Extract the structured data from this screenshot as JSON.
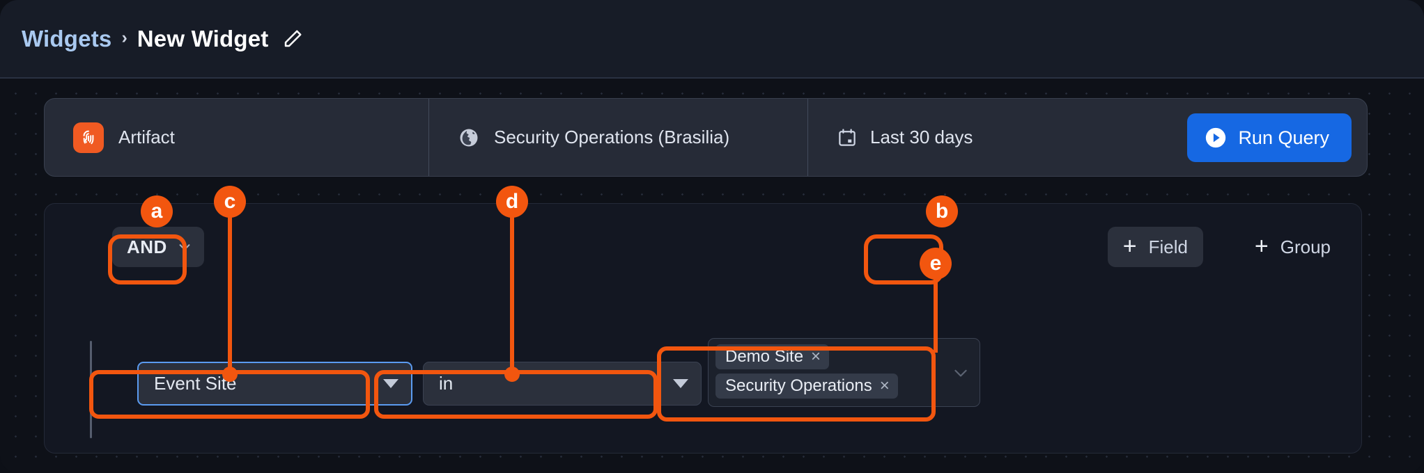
{
  "header": {
    "breadcrumb": {
      "parent": "Widgets",
      "separator": "›",
      "current": "New Widget",
      "edit_icon": "pencil-icon"
    }
  },
  "toolbar": {
    "artifact": {
      "icon": "fingerprint-icon",
      "label": "Artifact"
    },
    "source": {
      "icon": "globe-icon",
      "label": "Security Operations (Brasilia)"
    },
    "date_range": {
      "icon": "calendar-icon",
      "label": "Last 30 days"
    },
    "run_query": {
      "icon": "play-circle-icon",
      "label": "Run Query"
    }
  },
  "filter_panel": {
    "conjunction": {
      "value": "AND",
      "caret_icon": "chevron-down-icon"
    },
    "add_field": {
      "plus": "+",
      "label": "Field"
    },
    "add_group": {
      "plus": "+",
      "label": "Group"
    },
    "condition": {
      "field": {
        "value": "Event Site",
        "caret_icon": "caret-down-icon"
      },
      "operator": {
        "value": "in",
        "caret_icon": "caret-down-icon"
      },
      "values": {
        "chips": [
          {
            "label": "Demo Site",
            "remove": "×"
          },
          {
            "label": "Security Operations",
            "remove": "×"
          }
        ],
        "caret_icon": "chevron-down-icon"
      }
    }
  },
  "annotations": {
    "markers": [
      {
        "id": "a",
        "target": "conjunction-dropdown"
      },
      {
        "id": "b",
        "target": "add-field-button"
      },
      {
        "id": "c",
        "target": "field-select"
      },
      {
        "id": "d",
        "target": "operator-select"
      },
      {
        "id": "e",
        "target": "value-multiselect"
      }
    ]
  },
  "colors": {
    "accent_orange": "#f2560f",
    "brand_blue": "#1668e3",
    "focus_blue": "#5b9bf0",
    "artifact_orange": "#f05a22",
    "link_blue": "#a9c9f0"
  }
}
